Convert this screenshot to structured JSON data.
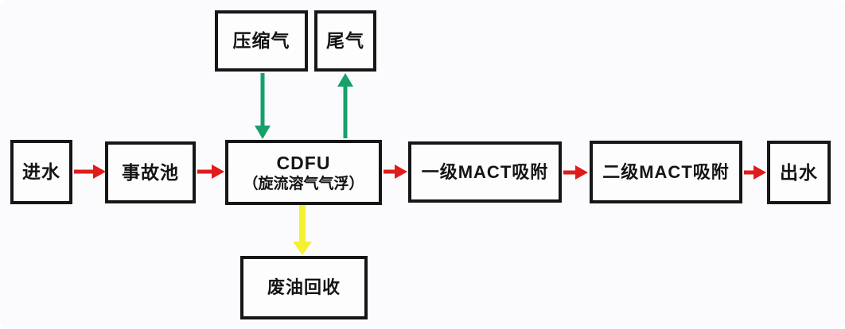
{
  "diagram": {
    "type": "flowchart",
    "nodes": {
      "inlet": {
        "label": "进水"
      },
      "accident_pool": {
        "label": "事故池"
      },
      "cdfu": {
        "label_line1": "CDFU",
        "label_line2": "（旋流溶气气浮）"
      },
      "mact1": {
        "label": "一级MACT吸附"
      },
      "mact2": {
        "label": "二级MACT吸附"
      },
      "outlet": {
        "label": "出水"
      },
      "compressed_gas": {
        "label": "压缩气"
      },
      "tail_gas": {
        "label": "尾气"
      },
      "waste_oil": {
        "label": "废油回收"
      }
    },
    "edges": [
      {
        "from": "进水",
        "to": "事故池",
        "color": "#e01b1b",
        "direction": "right"
      },
      {
        "from": "事故池",
        "to": "CDFU（旋流溶气气浮）",
        "color": "#e01b1b",
        "direction": "right"
      },
      {
        "from": "压缩气",
        "to": "CDFU（旋流溶气气浮）",
        "color": "#16a06a",
        "direction": "down"
      },
      {
        "from": "CDFU（旋流溶气气浮）",
        "to": "尾气",
        "color": "#16a06a",
        "direction": "up"
      },
      {
        "from": "CDFU（旋流溶气气浮）",
        "to": "一级MACT吸附",
        "color": "#e01b1b",
        "direction": "right"
      },
      {
        "from": "CDFU（旋流溶气气浮）",
        "to": "废油回收",
        "color": "#f4f032",
        "direction": "down"
      },
      {
        "from": "一级MACT吸附",
        "to": "二级MACT吸附",
        "color": "#e01b1b",
        "direction": "right"
      },
      {
        "from": "二级MACT吸附",
        "to": "出水",
        "color": "#e01b1b",
        "direction": "right"
      }
    ]
  },
  "colors": {
    "arrow_red": "#e01b1b",
    "arrow_green": "#16a06a",
    "arrow_yellow": "#f4f032",
    "box_border": "#161616",
    "background": "#fbfbfd"
  }
}
